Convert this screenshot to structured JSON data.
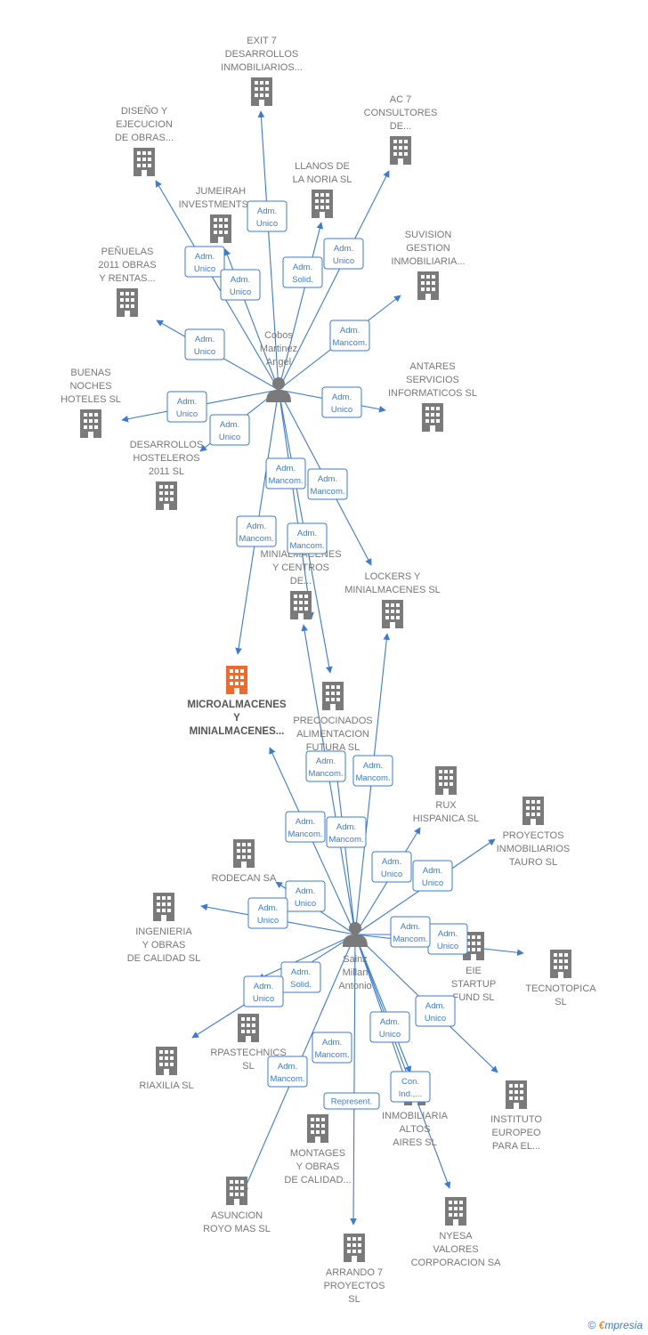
{
  "colors": {
    "edge": "#3a7bd5",
    "company": "#7a7a7a",
    "main_company": "#f06a2d",
    "person": "#7a7a7a"
  },
  "persons": [
    {
      "id": "cobos",
      "lines": [
        "Cobos",
        "Martinez",
        "Angel"
      ]
    },
    {
      "id": "sainz",
      "lines": [
        "Sainz",
        "Millan",
        "Antonio"
      ]
    }
  ],
  "companies": [
    {
      "id": "exit7",
      "lines": [
        "EXIT 7",
        "DESARROLLOS",
        "INMOBILIARIOS..."
      ]
    },
    {
      "id": "diseno",
      "lines": [
        "DISEÑO Y",
        "EJECUCION",
        "DE OBRAS..."
      ]
    },
    {
      "id": "ac7",
      "lines": [
        "AC 7",
        "CONSULTORES",
        "DE..."
      ]
    },
    {
      "id": "llanos",
      "lines": [
        "LLANOS DE",
        "LA NORIA  SL"
      ]
    },
    {
      "id": "jumeirah",
      "lines": [
        "JUMEIRAH",
        "INVESTMENTS SL"
      ]
    },
    {
      "id": "suvision",
      "lines": [
        "SUVISION",
        "GESTION",
        "INMOBILIARIA..."
      ]
    },
    {
      "id": "penuelas",
      "lines": [
        "PEÑUELAS",
        "2011 OBRAS",
        "Y RENTAS..."
      ]
    },
    {
      "id": "buenas",
      "lines": [
        "BUENAS",
        "NOCHES",
        "HOTELES SL"
      ]
    },
    {
      "id": "antares",
      "lines": [
        "ANTARES",
        "SERVICIOS",
        "INFORMATICOS SL"
      ]
    },
    {
      "id": "desarrollos",
      "lines": [
        "DESARROLLOS",
        "HOSTELEROS",
        "2011 SL"
      ]
    },
    {
      "id": "minialmacenes",
      "lines": [
        "MINIALMACENES",
        "Y CENTROS",
        "DE..."
      ]
    },
    {
      "id": "lockers",
      "lines": [
        "LOCKERS Y",
        "MINIALMACENES SL"
      ]
    },
    {
      "id": "micro",
      "lines": [
        "MICROALMACENES",
        "Y",
        "MINIALMACENES..."
      ]
    },
    {
      "id": "precocinados",
      "lines": [
        "PRECOCINADOS",
        "ALIMENTACION",
        "FUTURA SL"
      ]
    },
    {
      "id": "rux",
      "lines": [
        "RUX",
        "HISPANICA  SL"
      ]
    },
    {
      "id": "proyectos",
      "lines": [
        "PROYECTOS",
        "INMOBILIARIOS",
        "TAURO SL"
      ]
    },
    {
      "id": "rodecan",
      "lines": [
        "RODECAN SA"
      ]
    },
    {
      "id": "ingenieria",
      "lines": [
        "INGENIERIA",
        "Y OBRAS",
        "DE CALIDAD SL"
      ]
    },
    {
      "id": "eie",
      "lines": [
        "EIE",
        "STARTUP",
        "FUND  SL"
      ]
    },
    {
      "id": "tecnotopica",
      "lines": [
        "TECNOTOPICA",
        "SL"
      ]
    },
    {
      "id": "rpastechnics",
      "lines": [
        "RPASTECHNICS",
        "SL"
      ]
    },
    {
      "id": "riaxilia",
      "lines": [
        "RIAXILIA  SL"
      ]
    },
    {
      "id": "inmobiliaria",
      "lines": [
        "INMOBILIARIA",
        "ALTOS",
        "AIRES  SL"
      ]
    },
    {
      "id": "instituto",
      "lines": [
        "INSTITUTO",
        "EUROPEO",
        "PARA EL..."
      ]
    },
    {
      "id": "montages",
      "lines": [
        "MONTAGES",
        "Y OBRAS",
        "DE CALIDAD..."
      ]
    },
    {
      "id": "asuncion",
      "lines": [
        "ASUNCION",
        "ROYO MAS SL"
      ]
    },
    {
      "id": "nyesa",
      "lines": [
        "NYESA",
        "VALORES",
        "CORPORACION SA"
      ]
    },
    {
      "id": "arrando",
      "lines": [
        "ARRANDO 7",
        "PROYECTOS",
        "SL"
      ]
    }
  ],
  "relations": [
    {
      "id": "r1",
      "lines": [
        "Adm.",
        "Unico"
      ]
    },
    {
      "id": "r2",
      "lines": [
        "Adm.",
        "Unico"
      ]
    },
    {
      "id": "r3",
      "lines": [
        "Adm.",
        "Unico"
      ]
    },
    {
      "id": "r4",
      "lines": [
        "Adm.",
        "Solid."
      ]
    },
    {
      "id": "r5",
      "lines": [
        "Adm.",
        "Unico"
      ]
    },
    {
      "id": "r6",
      "lines": [
        "Adm.",
        "Mancom."
      ]
    },
    {
      "id": "r7",
      "lines": [
        "Adm.",
        "Unico"
      ]
    },
    {
      "id": "r8",
      "lines": [
        "Adm.",
        "Unico"
      ]
    },
    {
      "id": "r9",
      "lines": [
        "Adm.",
        "Unico"
      ]
    },
    {
      "id": "r10",
      "lines": [
        "Adm.",
        "Unico"
      ]
    },
    {
      "id": "r11",
      "lines": [
        "Adm.",
        "Mancom."
      ]
    },
    {
      "id": "r12",
      "lines": [
        "Adm.",
        "Mancom."
      ]
    },
    {
      "id": "r13",
      "lines": [
        "Adm.",
        "Mancom."
      ]
    },
    {
      "id": "r14",
      "lines": [
        "Adm.",
        "Mancom."
      ]
    },
    {
      "id": "r15",
      "lines": [
        "Adm.",
        "Mancom."
      ]
    },
    {
      "id": "r16",
      "lines": [
        "Adm.",
        "Mancom."
      ]
    },
    {
      "id": "r17",
      "lines": [
        "Adm.",
        "Mancom."
      ]
    },
    {
      "id": "r18",
      "lines": [
        "Adm.",
        "Mancom."
      ]
    },
    {
      "id": "r19",
      "lines": [
        "Adm.",
        "Unico"
      ]
    },
    {
      "id": "r20",
      "lines": [
        "Adm.",
        "Unico"
      ]
    },
    {
      "id": "r21",
      "lines": [
        "Adm.",
        "Unico"
      ]
    },
    {
      "id": "r22",
      "lines": [
        "Adm.",
        "Unico"
      ]
    },
    {
      "id": "r23",
      "lines": [
        "Adm.",
        "Mancom."
      ]
    },
    {
      "id": "r24",
      "lines": [
        "Adm.",
        "Unico"
      ]
    },
    {
      "id": "r25",
      "lines": [
        "Adm.",
        "Solid."
      ]
    },
    {
      "id": "r26",
      "lines": [
        "Adm.",
        "Unico"
      ]
    },
    {
      "id": "r27",
      "lines": [
        "Adm.",
        "Unico"
      ]
    },
    {
      "id": "r28",
      "lines": [
        "Adm.",
        "Unico"
      ]
    },
    {
      "id": "r29",
      "lines": [
        "Adm.",
        "Mancom."
      ]
    },
    {
      "id": "r30",
      "lines": [
        "Adm.",
        "Mancom."
      ]
    },
    {
      "id": "r31",
      "lines": [
        "Con.",
        "Ind.,..."
      ]
    },
    {
      "id": "r32",
      "lines": [
        "Represent."
      ]
    }
  ],
  "footer": {
    "copyright": "©",
    "brand_e": "€",
    "brand": "mpresia"
  }
}
